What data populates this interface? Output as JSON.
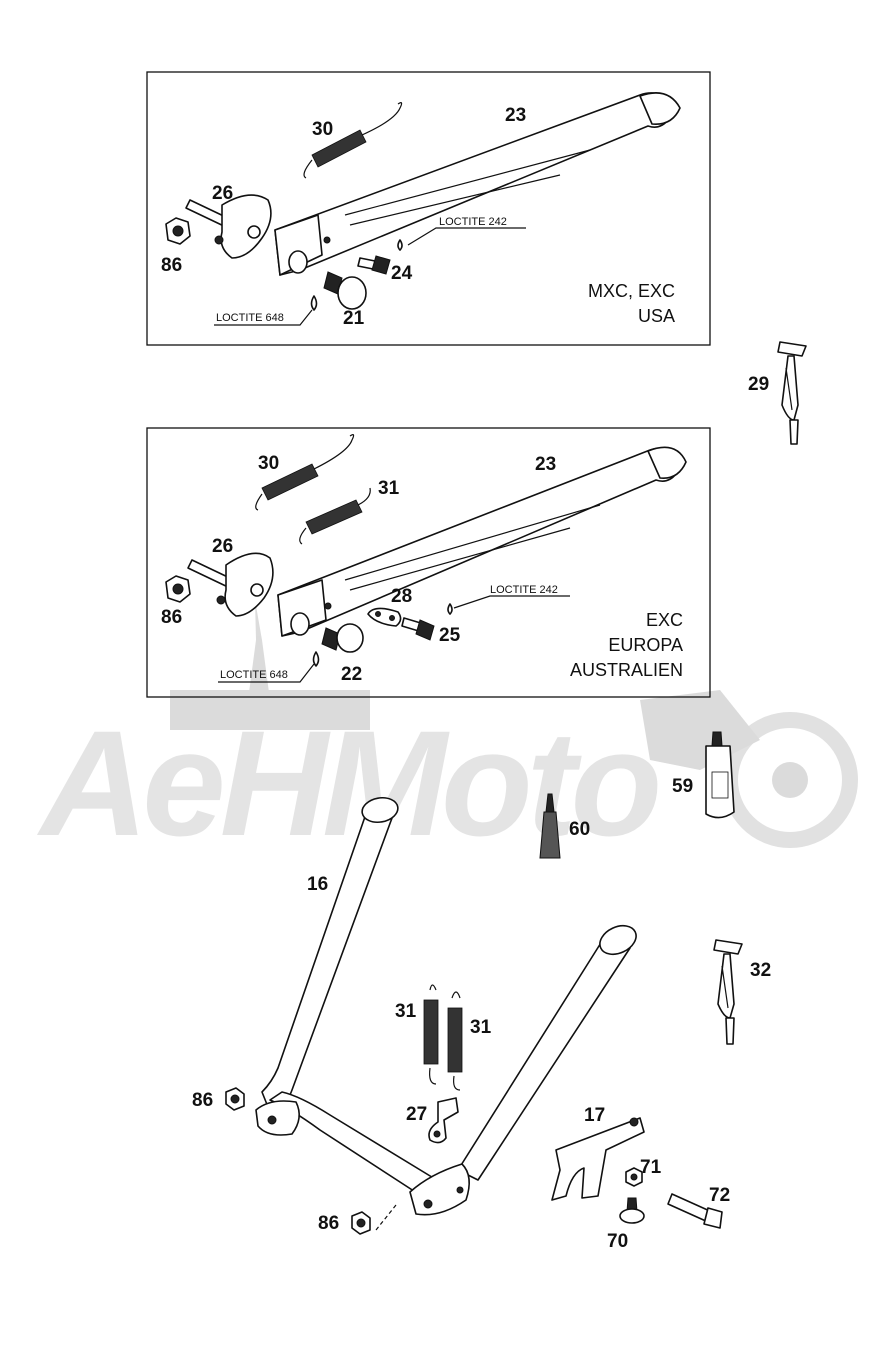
{
  "watermark": {
    "text": "AeHMoto"
  },
  "panels": [
    {
      "variant_lines": [
        "MXC, EXC",
        "USA"
      ],
      "callouts": [
        "30",
        "23",
        "26",
        "86",
        "24",
        "21"
      ],
      "loctite_labels": [
        "LOCTITE 242",
        "LOCTITE 648"
      ]
    },
    {
      "variant_lines": [
        "EXC",
        "EUROPA",
        "AUSTRALIEN"
      ],
      "callouts": [
        "30",
        "31",
        "23",
        "26",
        "86",
        "28",
        "25",
        "22"
      ],
      "loctite_labels": [
        "LOCTITE 242",
        "LOCTITE 648"
      ]
    }
  ],
  "loose_callouts": [
    "29",
    "59",
    "60",
    "16",
    "32",
    "31",
    "31",
    "86",
    "27",
    "17",
    "71",
    "72",
    "86",
    "70"
  ]
}
